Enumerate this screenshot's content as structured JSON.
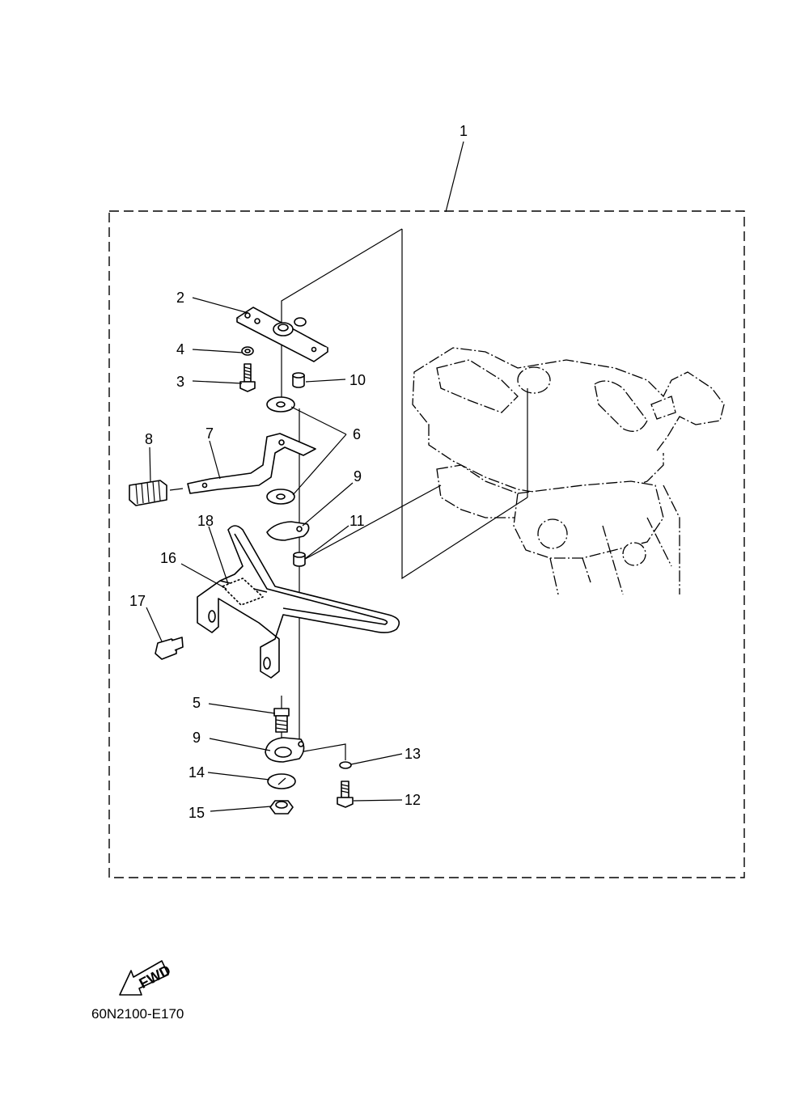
{
  "callouts": {
    "c1": "1",
    "c2": "2",
    "c3": "3",
    "c4": "4",
    "c5": "5",
    "c6": "6",
    "c7": "7",
    "c8": "8",
    "c9a": "9",
    "c9b": "9",
    "c10": "10",
    "c11": "11",
    "c12": "12",
    "c13": "13",
    "c14": "14",
    "c15": "15",
    "c16": "16",
    "c17": "17",
    "c18": "18"
  },
  "direction_badge": "FWD",
  "diagram_code": "60N2100-E170"
}
